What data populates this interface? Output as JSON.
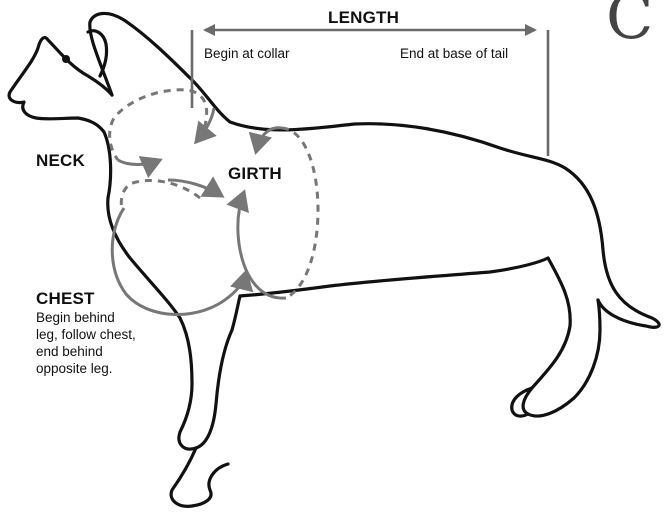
{
  "colors": {
    "outline": "#111111",
    "guide": "#6b6b6b",
    "arrow": "#777777",
    "text": "#111111"
  },
  "labels": {
    "length": "LENGTH",
    "length_start": "Begin at collar",
    "length_end": "End at base of tail",
    "neck": "NECK",
    "girth": "GIRTH",
    "chest": "CHEST",
    "chest_note": [
      "Begin behind",
      "leg, follow chest,",
      "end behind",
      "opposite leg."
    ]
  },
  "corner_glyph": "C"
}
